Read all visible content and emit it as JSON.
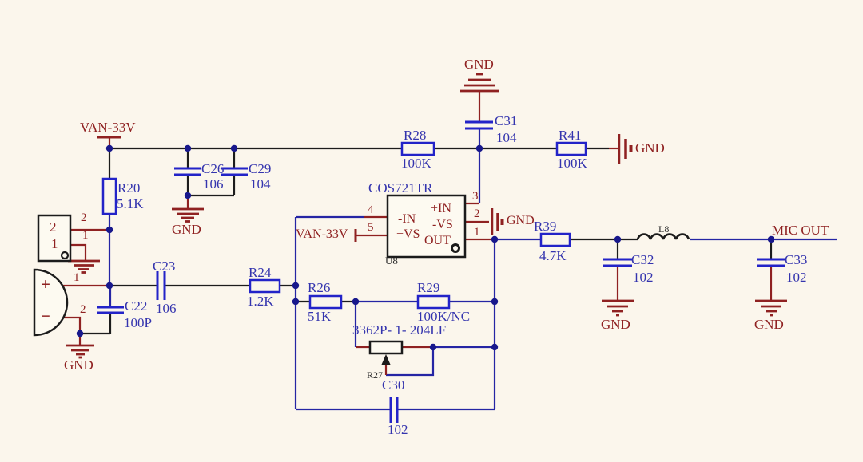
{
  "colors": {
    "background": "#fbf6ec",
    "wire_blue": "#2525a4",
    "wire_black": "#1c1c1c",
    "lead_red": "#8f2121",
    "symbol_blue": "#2323c8",
    "label_blue": "#3434ae",
    "text_red": "#8f2121",
    "junction": "#18188c"
  },
  "power_labels": {
    "van_left": "VAN-33V",
    "van_ic": "VAN-33V"
  },
  "net_labels": {
    "mic_out": "MIC OUT"
  },
  "ground_labels": {
    "top": "GND",
    "c26": "GND",
    "r41": "GND",
    "pin2": "GND",
    "connector": "GND",
    "mic": "GND",
    "c32": "GND",
    "c33": "GND"
  },
  "ic": {
    "part": "COS721TR",
    "refdes": "U8",
    "pins": {
      "p1": {
        "num": "1",
        "name": "OUT"
      },
      "p2": {
        "num": "2",
        "name": "-VS"
      },
      "p3": {
        "num": "3",
        "name": "+IN"
      },
      "p4": {
        "num": "4",
        "name": "-IN"
      },
      "p5": {
        "num": "5",
        "name": "+VS"
      }
    }
  },
  "connector": {
    "inner2": "2",
    "inner1": "1",
    "pin2": "2",
    "pin1": "1"
  },
  "microphone": {
    "plus": "+",
    "minus": "−",
    "pin1": "1",
    "pin2": "2"
  },
  "potentiometer": {
    "part": "3362P- 1- 204LF",
    "refdes": "R27"
  },
  "inductor": {
    "refdes": "L8"
  },
  "resistors": {
    "r20": {
      "ref": "R20",
      "value": "5.1K"
    },
    "r24": {
      "ref": "R24",
      "value": "1.2K"
    },
    "r26": {
      "ref": "R26",
      "value": "51K"
    },
    "r28": {
      "ref": "R28",
      "value": "100K"
    },
    "r29": {
      "ref": "R29",
      "value": "100K/NC"
    },
    "r39": {
      "ref": "R39",
      "value": "4.7K"
    },
    "r41": {
      "ref": "R41",
      "value": "100K"
    }
  },
  "capacitors": {
    "c22": {
      "ref": "C22",
      "value": "100P"
    },
    "c23": {
      "ref": "C23",
      "value": "106"
    },
    "c26": {
      "ref": "C26",
      "value": "106"
    },
    "c29": {
      "ref": "C29",
      "value": "104"
    },
    "c30": {
      "ref": "C30",
      "value": "102"
    },
    "c31": {
      "ref": "C31",
      "value": "104"
    },
    "c32": {
      "ref": "C32",
      "value": "102"
    },
    "c33": {
      "ref": "C33",
      "value": "102"
    }
  }
}
